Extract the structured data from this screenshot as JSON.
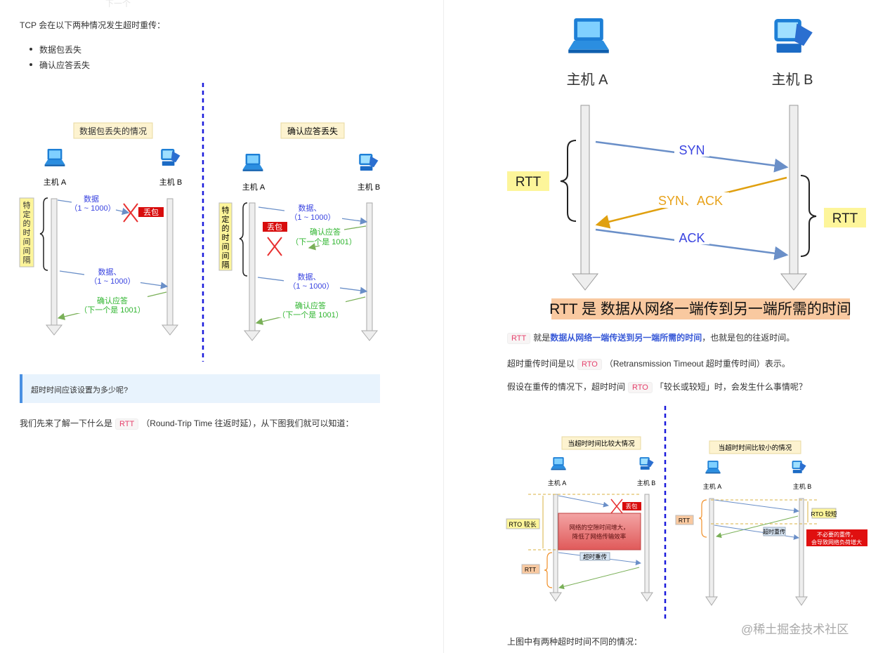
{
  "left": {
    "faint_top": "下一个",
    "intro": "TCP 会在以下两种情况发生超时重传：",
    "bullets": [
      "数据包丢失",
      "确认应答丢失"
    ],
    "diagram1": {
      "title": "数据包丢失的情况",
      "host_a": "主机 A",
      "host_b": "主机 B",
      "interval_label": [
        "特",
        "定",
        "的",
        "时",
        "间",
        "间",
        "隔"
      ],
      "data_label": "数据",
      "data_range": "（1 ~ 1000）",
      "lost": "丢包",
      "data_label2": "数据、",
      "data_range2": "（1 ~ 1000）",
      "ack_label": "确认应答",
      "ack_next": "（下一个是 1001）"
    },
    "diagram2": {
      "title": "确认应答丢失",
      "host_a": "主机 A",
      "host_b": "主机 B",
      "interval_label": [
        "特",
        "定",
        "的",
        "时",
        "间",
        "间",
        "隔"
      ],
      "data_label": "数据、",
      "data_range": "（1 ~ 1000）",
      "lost": "丢包",
      "ack_label": "确认应答",
      "ack_next": "（下一个是 1001）",
      "data_label2": "数据、",
      "data_range2": "（1 ~ 1000）",
      "ack_label2": "确认应答",
      "ack_next2": "（下一个是 1001）"
    },
    "callout": "超时时间应该设置为多少呢?",
    "rtt_para": {
      "before": "我们先来了解一下什么是",
      "code": "RTT",
      "after": "（Round-Trip Time 往返时延），从下图我们就可以知道："
    }
  },
  "right": {
    "rtt_diagram": {
      "host_a": "主机 A",
      "host_b": "主机 B",
      "syn": "SYN",
      "syn_ack": "SYN、ACK",
      "ack": "ACK",
      "rtt_left": "RTT",
      "rtt_right": "RTT",
      "banner": "RTT 是 数据从网络一端传到另一端所需的时间"
    },
    "para1": {
      "code": "RTT",
      "mid": "就是",
      "highlight": "数据从网络一端传送到另一端所需的时间",
      "after": "，也就是包的往返时间。"
    },
    "para2": {
      "before": "超时重传时间是以",
      "code": "RTO",
      "after": "（Retransmission Timeout 超时重传时间）表示。"
    },
    "para3": {
      "before": "假设在重传的情况下，超时时间",
      "code": "RTO",
      "after": "「较长或较短」时，会发生什么事情呢？"
    },
    "rto_large": {
      "title": "当超时时间比较大情况",
      "host_a": "主机 A",
      "host_b": "主机 B",
      "rto_label": "RTO 较长",
      "lost": "丢包",
      "note_line1": "网络的空隙时间增大，",
      "note_line2": "降低了网络传输效率",
      "retransmit": "超时重传",
      "rtt": "RTT"
    },
    "rto_small": {
      "title": "当超时时间比较小的情况",
      "host_a": "主机 A",
      "host_b": "主机 B",
      "rtt": "RTT",
      "rto_label": "RTO 较短",
      "retransmit": "超时重传",
      "warn_line1": "不必要的重传，",
      "warn_line2": "会导致网络负荷增大"
    },
    "watermark": "@稀土掘金技术社区",
    "bottom_text": "上图中有两种超时时间不同的情况："
  },
  "colors": {
    "data_blue": "#3a44e0",
    "ack_green": "#2fb52f",
    "lost_red": "#e01010",
    "syn_orange": "#e8a21a",
    "code_pink": "#e5416c",
    "divider_blue": "#1a1adc"
  }
}
